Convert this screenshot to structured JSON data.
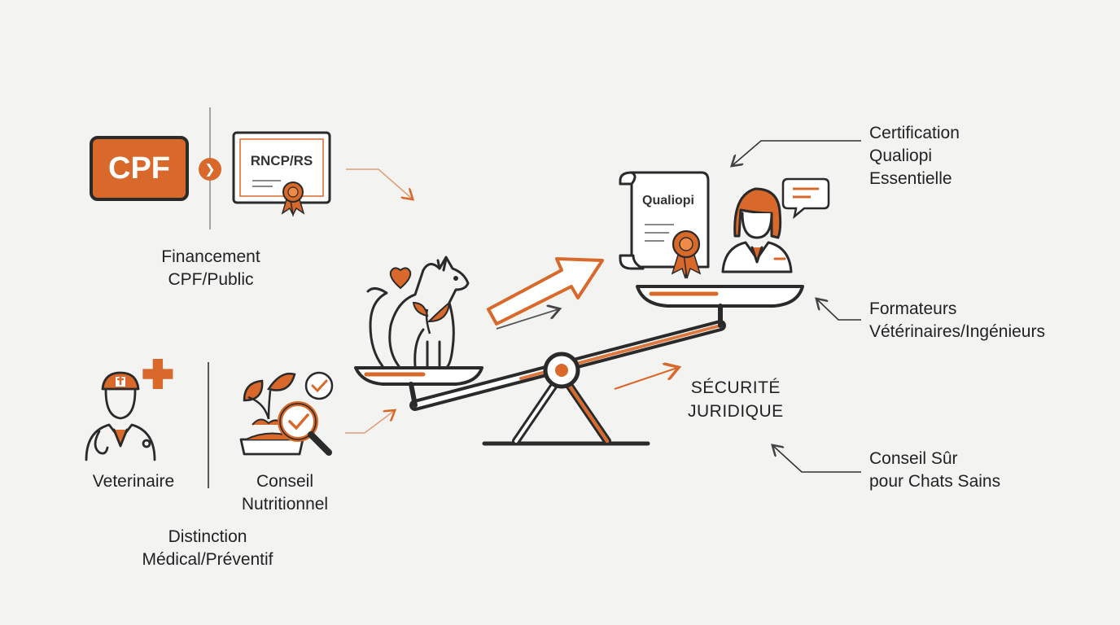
{
  "colors": {
    "accent": "#d9692a",
    "ink": "#2a2a2a",
    "background": "#f3f3f2"
  },
  "left": {
    "cpf_badge": "CPF",
    "rncp_certificate": "RNCP/RS",
    "financement": [
      "Financement",
      "CPF/Public"
    ],
    "veterinaire": "Veterinaire",
    "conseil_nutritionnel": [
      "Conseil",
      "Nutritionnel"
    ],
    "distinction": [
      "Distinction",
      "Médical/Préventif"
    ]
  },
  "center": {
    "qualiopi_certificate": "Qualiopi",
    "securite": [
      "SÉCURITÉ",
      "JURIDIQUE"
    ]
  },
  "right": {
    "certification": [
      "Certification",
      "Qualiopi",
      "Essentielle"
    ],
    "formateurs": [
      "Formateurs",
      "Vétérinaires/Ingénieurs"
    ],
    "conseil_sur": [
      "Conseil Sûr",
      "pour Chats Sains"
    ]
  },
  "icons": [
    "cpf-badge-icon",
    "chevron-right-icon",
    "certificate-icon",
    "award-ribbon-icon",
    "veterinarian-icon",
    "medical-cross-icon",
    "leaf-icon",
    "food-bowl-icon",
    "magnifier-check-icon",
    "cat-icon",
    "heart-icon",
    "seesaw-scale-icon",
    "qualiopi-certificate-icon",
    "trainer-person-icon",
    "speech-bubble-icon",
    "arrow-icon"
  ]
}
